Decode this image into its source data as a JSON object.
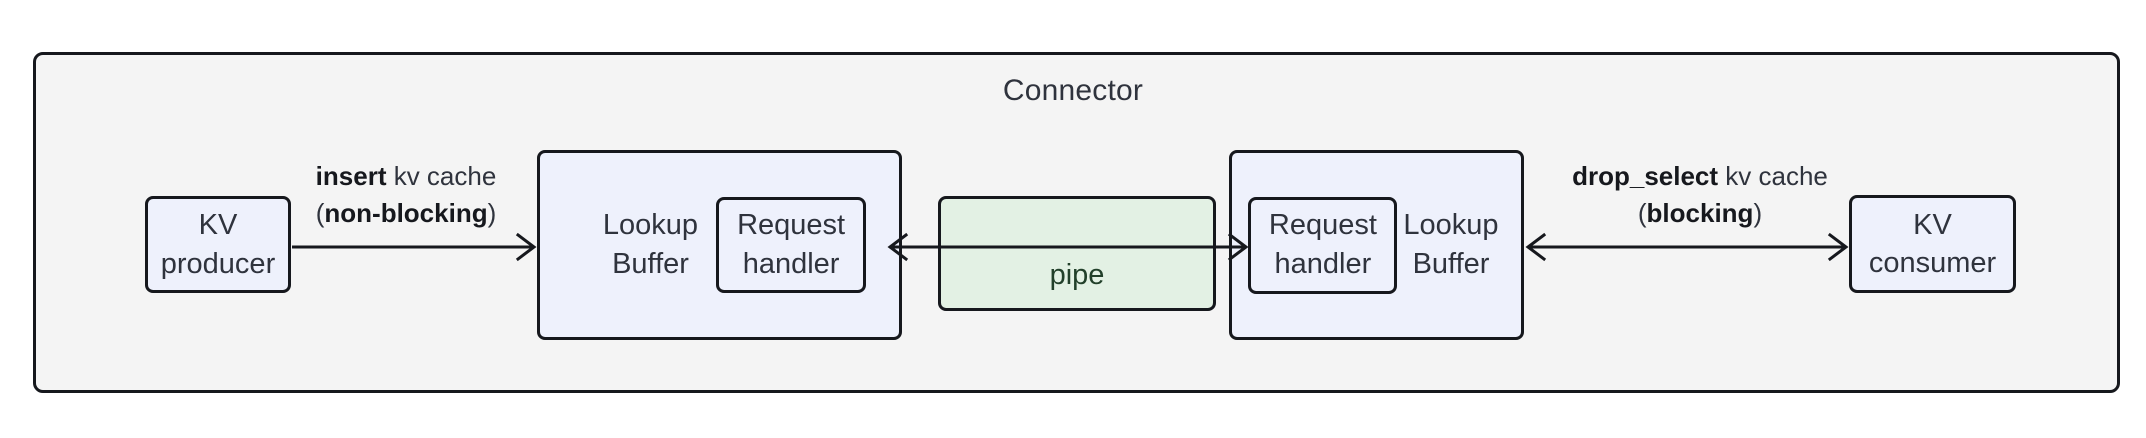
{
  "diagram": {
    "title": "Connector",
    "nodes": {
      "kv_producer": {
        "line1": "KV",
        "line2": "producer"
      },
      "kv_consumer": {
        "line1": "KV",
        "line2": "consumer"
      },
      "lookup_buffer_left": {
        "line1": "Lookup",
        "line2": "Buffer"
      },
      "request_handler_left": {
        "line1": "Request",
        "line2": "handler"
      },
      "lookup_buffer_right": {
        "line1": "Lookup",
        "line2": "Buffer"
      },
      "request_handler_right": {
        "line1": "Request",
        "line2": "handler"
      },
      "pipe": {
        "label": "pipe"
      }
    },
    "edges": {
      "insert": {
        "op": "insert",
        "line1_rest": " kv cache",
        "line2_prefix": "(",
        "line2_bold": "non-blocking",
        "line2_suffix": ")",
        "direction": "right"
      },
      "drop_select": {
        "op": "drop_select",
        "line1_rest": " kv cache",
        "line2_prefix": "(",
        "line2_bold": "blocking",
        "line2_suffix": ")",
        "direction": "bidirectional"
      },
      "pipe_edge": {
        "direction": "bidirectional"
      }
    },
    "colors": {
      "frame_fill": "#f4f4f4",
      "frame_stroke": "#16181d",
      "node_fill": "#eef1fc",
      "pipe_fill": "#e3f1e4",
      "text": "#2f333d"
    }
  }
}
